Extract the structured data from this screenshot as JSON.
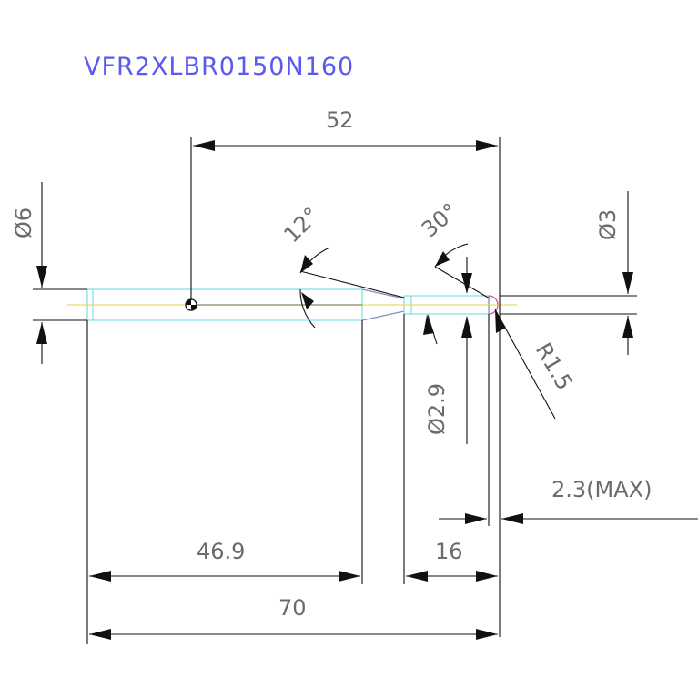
{
  "title": "VFR2XLBR0150N160",
  "dimensions": {
    "overall_length": "70",
    "shank_length": "46.9",
    "tip_to_center": "52",
    "flute_length": "16",
    "shank_diameter": "Ø6",
    "tip_diameter": "Ø3",
    "neck_diameter": "Ø2.9",
    "radius": "R1.5",
    "taper_angle": "12°",
    "tip_angle": "30°",
    "max_offset": "2.3(MAX)"
  },
  "colors": {
    "outline_cyan": "#7fdde6",
    "outline_blue": "#7f8fbf",
    "centerline_yellow": "#e8d24a",
    "title_blue": "#5a5aee",
    "dim_text": "#6b6b6b"
  }
}
